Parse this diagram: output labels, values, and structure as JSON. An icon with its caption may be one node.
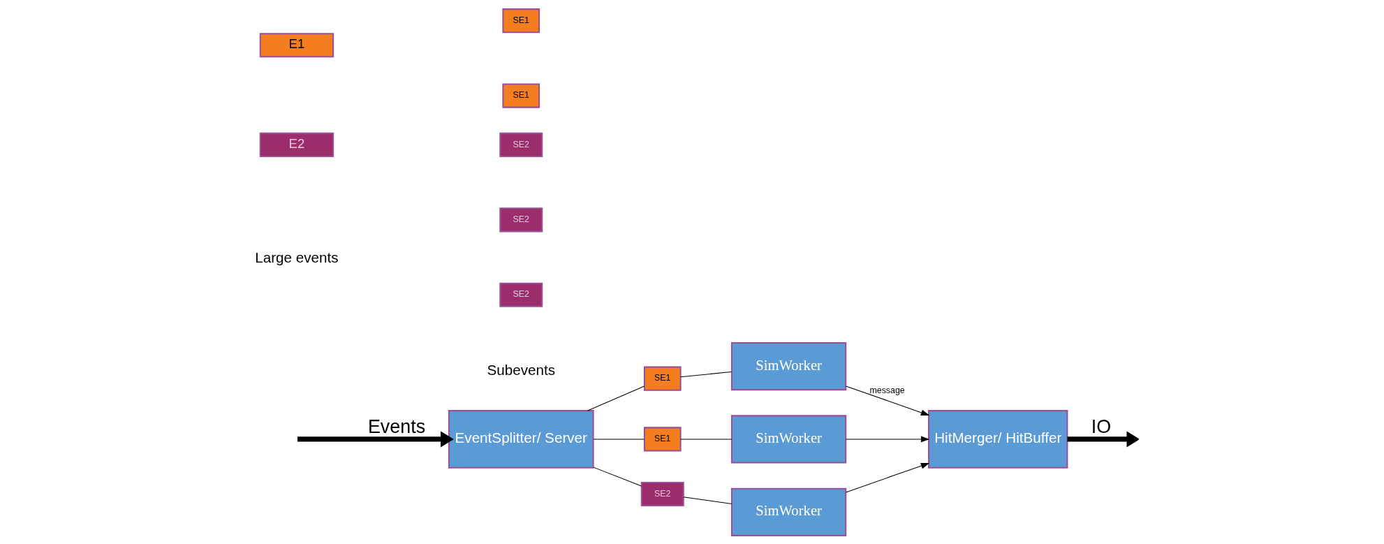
{
  "diagram": {
    "nodes": [
      {
        "text": [
          "EventSplitter/ Server"
        ]
      },
      {
        "text": [
          "SE1"
        ]
      },
      {
        "text": [
          "SimWorker"
        ]
      },
      {
        "text": [
          "SE1"
        ]
      },
      {
        "text": [
          "SimWorker"
        ]
      },
      {
        "text": [
          "SE2"
        ]
      },
      {
        "text": [
          "SimWorker"
        ]
      },
      {
        "text": [
          "HitMerger/ HitBuffer"
        ]
      },
      {
        "text": [
          "E1"
        ]
      },
      {
        "text": [
          "E2"
        ]
      },
      {
        "text": [
          "SE1"
        ]
      },
      {
        "text": [
          "SE1"
        ]
      },
      {
        "text": [
          "SE2"
        ]
      },
      {
        "text": [
          "SE2"
        ]
      },
      {
        "text": [
          "SE2"
        ]
      }
    ],
    "edges": [
      {
        "from": null,
        "to": 0,
        "arrow": "to",
        "label": "Events",
        "style": "thick"
      },
      {
        "from": 0,
        "to": 1,
        "arrow": "none"
      },
      {
        "from": 1,
        "to": 2,
        "arrow": "none"
      },
      {
        "from": 0,
        "to": 3,
        "arrow": "none"
      },
      {
        "from": 3,
        "to": 4,
        "arrow": "none"
      },
      {
        "from": 0,
        "to": 5,
        "arrow": "none"
      },
      {
        "from": 5,
        "to": 6,
        "arrow": "none"
      },
      {
        "from": 2,
        "to": 7,
        "arrow": "to",
        "label": "message"
      },
      {
        "from": 4,
        "to": 7,
        "arrow": "to"
      },
      {
        "from": 6,
        "to": 7,
        "arrow": "to"
      },
      {
        "from": 7,
        "to": null,
        "arrow": "to",
        "label": "IO",
        "style": "thick"
      }
    ],
    "labels": [
      "Large events",
      "Subevents"
    ]
  }
}
